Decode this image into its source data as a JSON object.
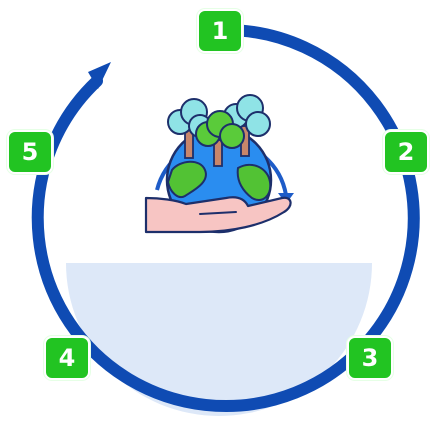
{
  "cycle": {
    "ring_color": "#0f4bb3",
    "badge_color": "#22c422",
    "bowl_color": "#dde8f8",
    "center_icon": "hand-holding-earth-with-trees-icon",
    "arrow_icon": "cycle-arrow-icon",
    "steps": [
      {
        "number": "1"
      },
      {
        "number": "2"
      },
      {
        "number": "3"
      },
      {
        "number": "4"
      },
      {
        "number": "5"
      }
    ]
  }
}
